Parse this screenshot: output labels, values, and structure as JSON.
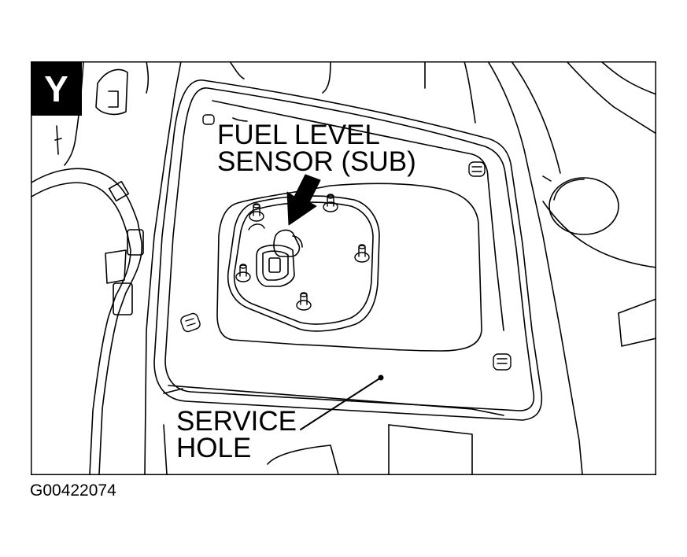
{
  "view_letter": "Y",
  "callouts": {
    "fuel_level_sensor": [
      "FUEL LEVEL",
      "SENSOR (SUB)"
    ],
    "service_hole": [
      "SERVICE",
      "HOLE"
    ]
  },
  "figure_id": "G00422074",
  "colors": {
    "line": "#000000",
    "background": "#ffffff",
    "badge_text": "#ffffff"
  }
}
